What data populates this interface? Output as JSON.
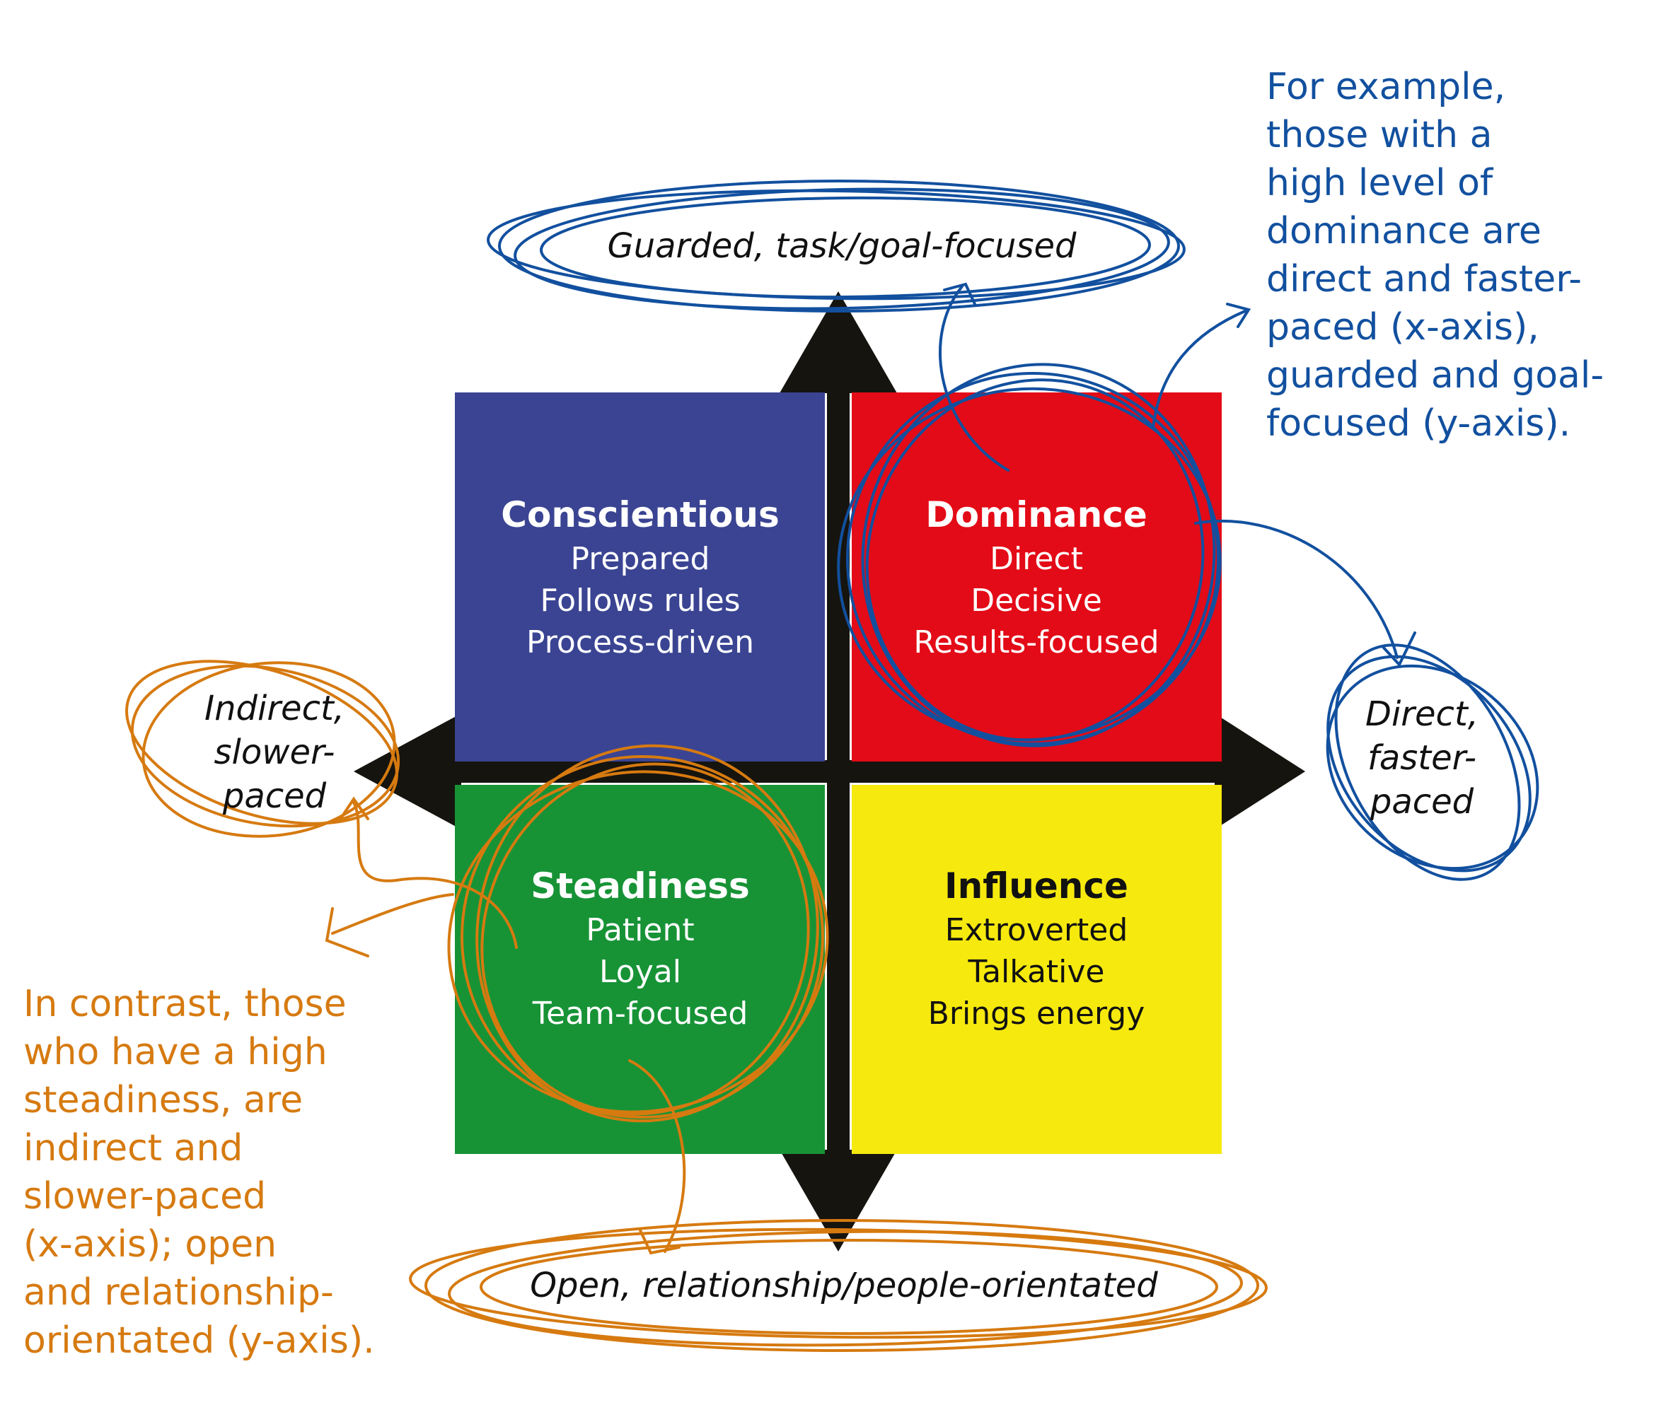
{
  "colors": {
    "conscientious": "#3a4492",
    "dominance": "#e30b17",
    "steadiness": "#179336",
    "influence": "#f6e90e",
    "arrows": "#16140f",
    "blue_annotation": "#12509f",
    "orange_annotation": "#d67a10"
  },
  "quadrants": {
    "conscientious": {
      "title": "Conscientious",
      "traits": [
        "Prepared",
        "Follows rules",
        "Process-driven"
      ]
    },
    "dominance": {
      "title": "Dominance",
      "traits": [
        "Direct",
        "Decisive",
        "Results-focused"
      ]
    },
    "steadiness": {
      "title": "Steadiness",
      "traits": [
        "Patient",
        "Loyal",
        "Team-focused"
      ]
    },
    "influence": {
      "title": "Influence",
      "traits": [
        "Extroverted",
        "Talkative",
        "Brings energy"
      ]
    }
  },
  "axis_labels": {
    "top": "Guarded, task/goal-focused",
    "bottom": "Open, relationship/people-orientated",
    "left": [
      "Indirect,",
      "slower-",
      "paced"
    ],
    "right": [
      "Direct,",
      "faster-",
      "paced"
    ]
  },
  "annotations": {
    "blue": [
      "For example,",
      "those with a",
      "high level of",
      "dominance are",
      "direct and faster-",
      "paced (x-axis),",
      "guarded and goal-",
      "focused (y-axis)."
    ],
    "orange": [
      "In contrast, those",
      "who have a high",
      "steadiness, are",
      "indirect and",
      "slower-paced",
      "(x-axis); open",
      "and relationship-",
      "orientated (y-axis)."
    ]
  }
}
